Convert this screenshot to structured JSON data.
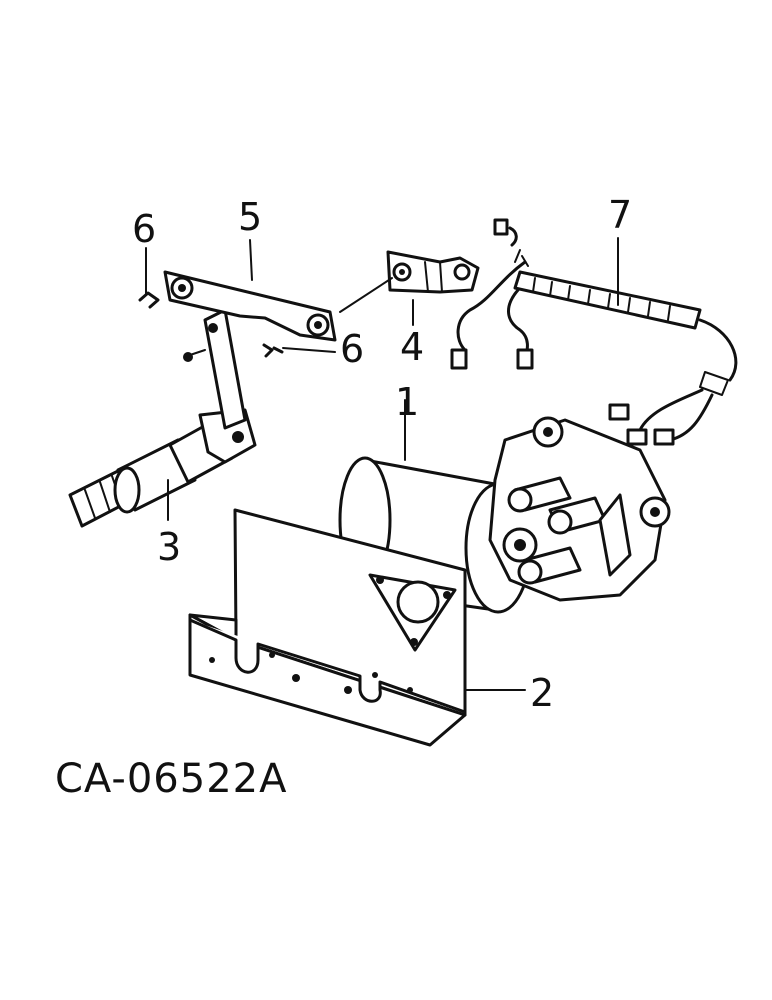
{
  "diagram": {
    "figure_id": "CA-06522A",
    "callouts": {
      "part_1": "1",
      "part_2": "2",
      "part_3": "3",
      "part_4": "4",
      "part_5": "5",
      "part_6_upper": "6",
      "part_6_lower": "6",
      "part_7": "7"
    }
  }
}
